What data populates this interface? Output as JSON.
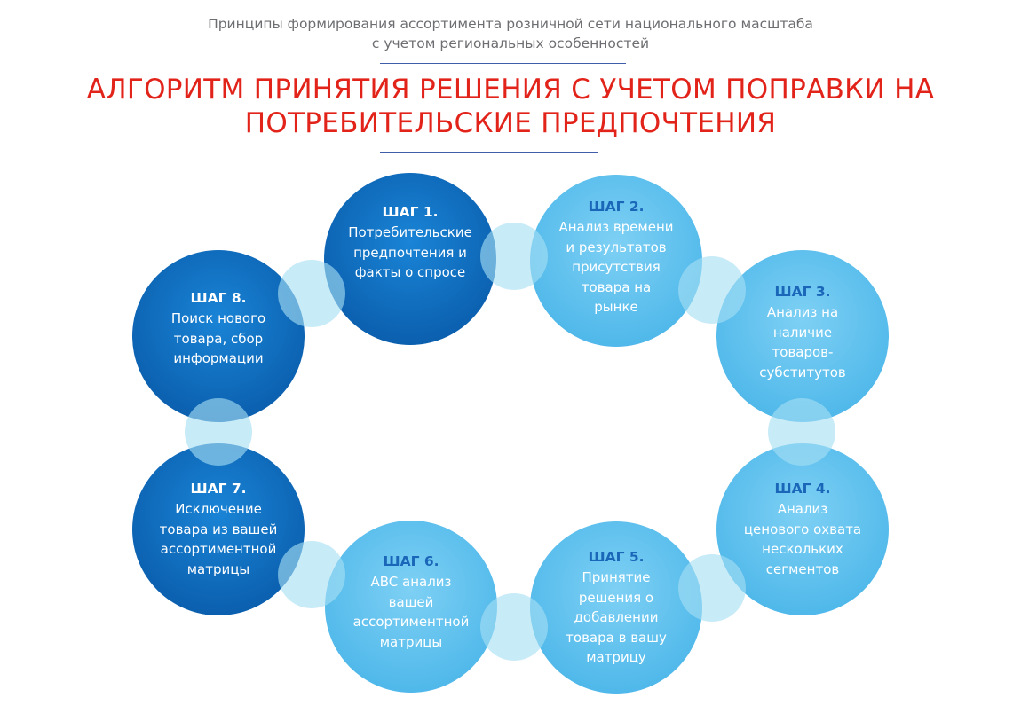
{
  "header": {
    "subtitle_line1": "Принципы формирования ассортимента розничной сети национального масштаба",
    "subtitle_line2": "с учетом региональных особенностей",
    "title_line1": "АЛГОРИТМ ПРИНЯТИЯ РЕШЕНИЯ С УЧЕТОМ ПОПРАВКИ НА",
    "title_line2": "ПОТРЕБИТЕЛЬСКИЕ ПРЕДПОЧТЕНИЯ"
  },
  "colors": {
    "title": "#e2231a",
    "subtitle": "#6d6e71",
    "rule": "#3f5da8",
    "dark_circle": "#0e6cc0",
    "light_circle": "#5cc0ee",
    "link_circle": "#a6def4",
    "step_head_light": "#1a66b8"
  },
  "steps": [
    {
      "head": "ШАГ 1.",
      "body": "Потребительские\nпредпочтения и\nфакты о спросе",
      "style": "dark"
    },
    {
      "head": "ШАГ 2.",
      "body": "Анализ времени\nи результатов\nприсутствия\nтовара на\nрынке",
      "style": "light"
    },
    {
      "head": "ШАГ 3.",
      "body": "Анализ на\nналичие\nтоваров-\nсубститутов",
      "style": "light"
    },
    {
      "head": "ШАГ 4.",
      "body": "Анализ\nценового охвата\nнескольких\nсегментов",
      "style": "light"
    },
    {
      "head": "ШАГ 5.",
      "body": "Принятие\nрешения о\nдобавлении\nтовара в вашу\nматрицу",
      "style": "light"
    },
    {
      "head": "ШАГ 6.",
      "body": "ABC анализ\nвашей\nассортиментной\nматрицы",
      "style": "light"
    },
    {
      "head": "ШАГ 7.",
      "body": "Исключение\nтовара из вашей\nассортиментной\nматрицы",
      "style": "dark"
    },
    {
      "head": "ШАГ 8.",
      "body": "Поиск нового\nтовара, сбор\nинформации",
      "style": "dark"
    }
  ]
}
